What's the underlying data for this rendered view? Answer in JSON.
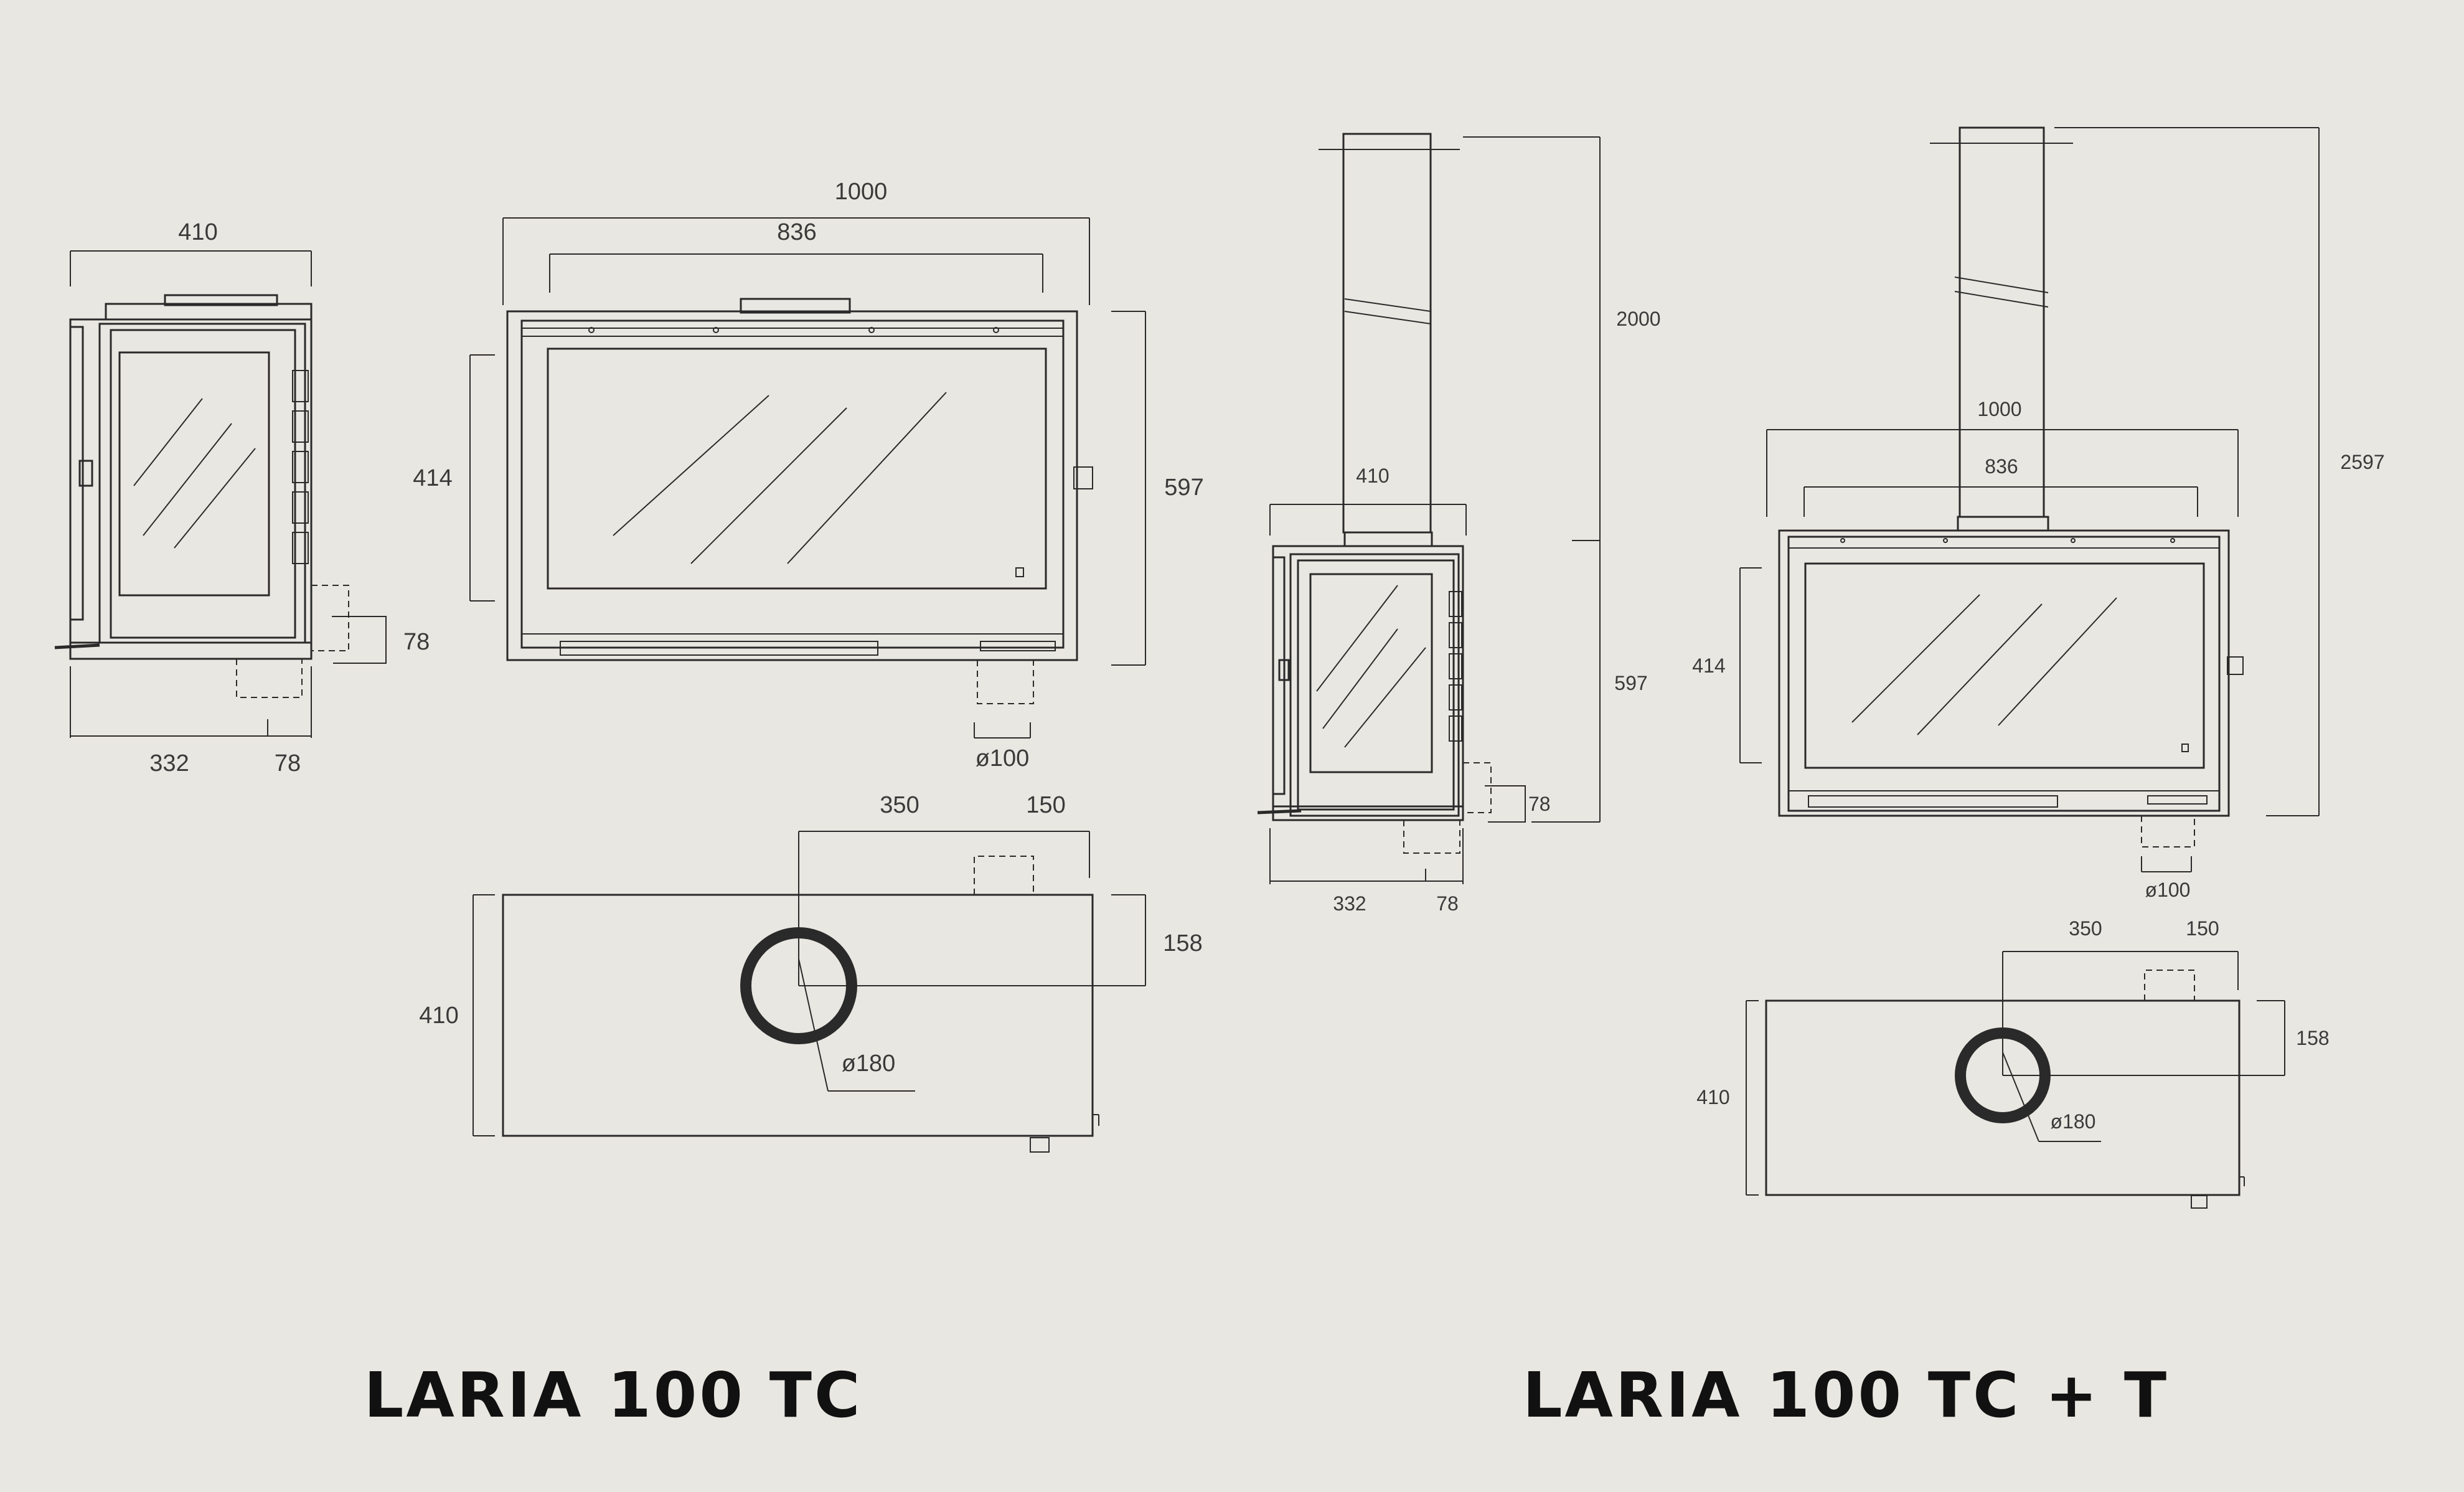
{
  "titles": {
    "left": "LARIA 100 TC",
    "right": "LARIA 100 TC + T"
  },
  "left": {
    "side": {
      "width": "410",
      "depth": "332",
      "offset": "78",
      "spigot": "78"
    },
    "front": {
      "outer": "1000",
      "inner": "836",
      "glass_height": "414",
      "height": "597",
      "flue_diameter": "ø100"
    },
    "top": {
      "left": "350",
      "right": "150",
      "depth": "410",
      "center": "158",
      "flue_diameter": "ø180"
    }
  },
  "right": {
    "side": {
      "width": "410",
      "total_height": "2000",
      "height": "597",
      "depth": "332",
      "offset": "78",
      "spigot": "78"
    },
    "front": {
      "total_height": "2597",
      "outer": "1000",
      "inner": "836",
      "glass_height": "414",
      "flue_diameter": "ø100"
    },
    "top": {
      "left": "350",
      "right": "150",
      "depth": "410",
      "center": "158",
      "flue_diameter": "ø180"
    }
  }
}
